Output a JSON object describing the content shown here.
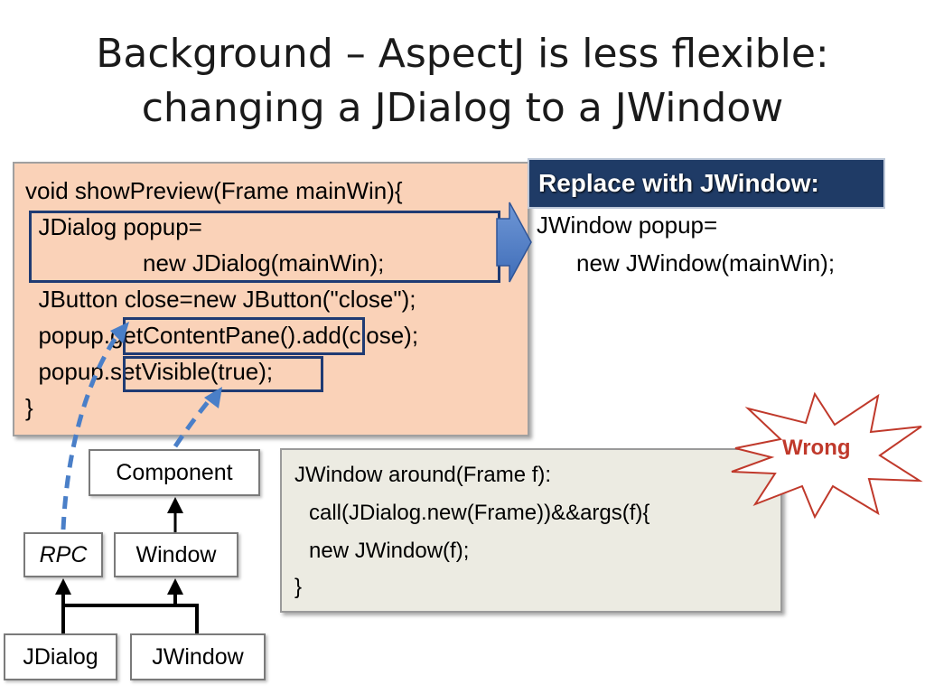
{
  "title": {
    "line1": "Background – AspectJ is less flexible:",
    "line2": "changing a JDialog to a JWindow"
  },
  "code": {
    "lines": [
      "void showPreview(Frame mainWin){",
      "  JDialog popup=",
      "                  new JDialog(mainWin);",
      "  JButton close=new JButton(\"close\");",
      "  popup.getContentPane().add(close);",
      "  popup.setVisible(true);",
      "}"
    ]
  },
  "replace": {
    "header": "Replace with JWindow:",
    "line1": "JWindow popup=",
    "line2": "new JWindow(mainWin);"
  },
  "aspect": {
    "lines": [
      "JWindow around(Frame f):",
      "call(JDialog.new(Frame))&&args(f){",
      "new JWindow(f);",
      "}"
    ]
  },
  "wrong_label": "Wrong",
  "hierarchy": {
    "component": "Component",
    "rpc": "RPC",
    "window": "Window",
    "jdialog": "JDialog",
    "jwindow": "JWindow"
  },
  "colors": {
    "code_bg": "#fad2b8",
    "highlight": "#1f3b73",
    "header_bg": "#1f3b66",
    "aspect_bg": "#ecebe2",
    "arrow": "#4472c4",
    "wrong": "#c0392b"
  }
}
